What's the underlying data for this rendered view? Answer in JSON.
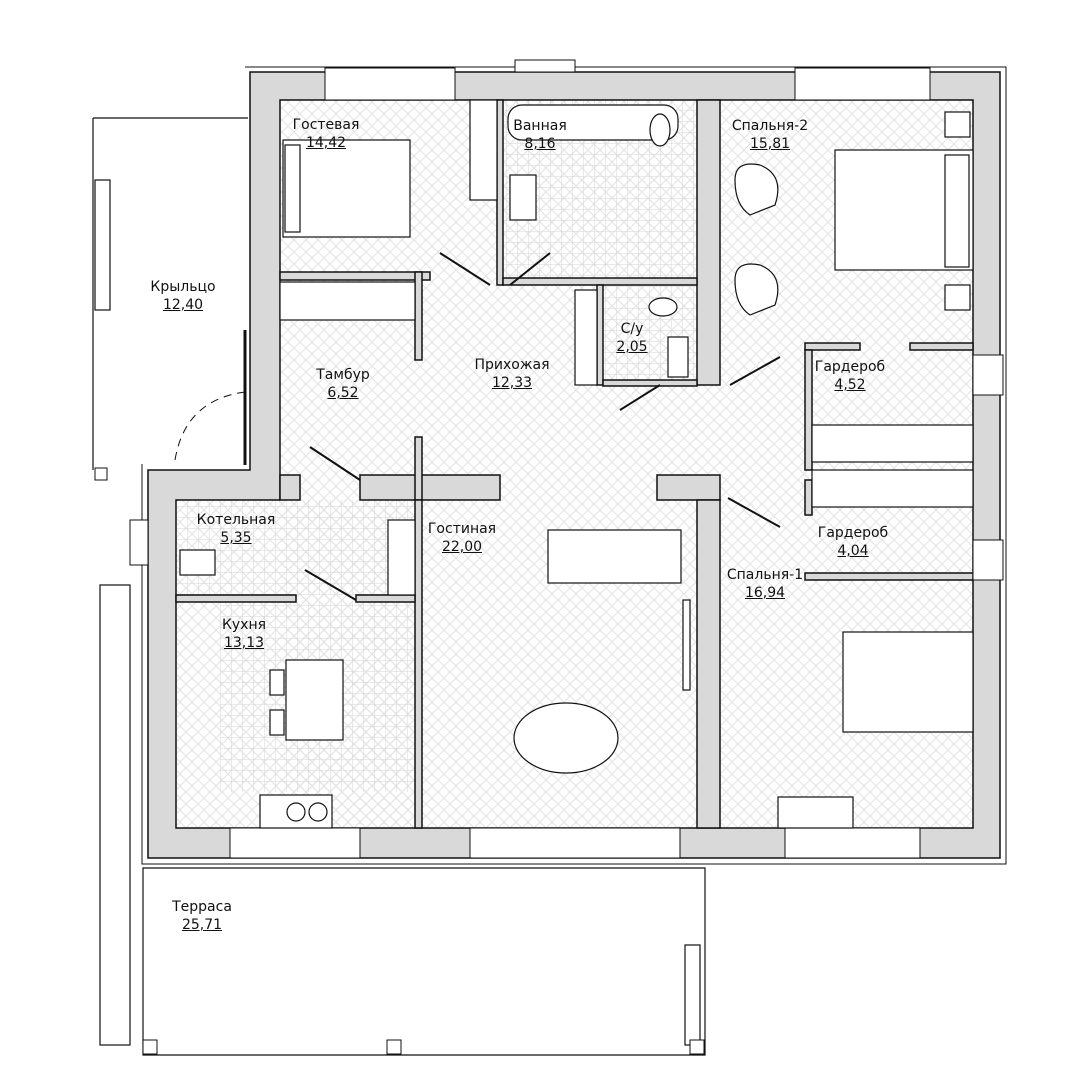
{
  "title": "Floor plan",
  "colors": {
    "wall": "#d9d9d9",
    "line": "#111111",
    "floor_pattern": "#e4e4e4"
  },
  "rooms": [
    {
      "name": "Гостевая",
      "area": "14,42"
    },
    {
      "name": "Ванная",
      "area": "8,16"
    },
    {
      "name": "Спальня-2",
      "area": "15,81"
    },
    {
      "name": "Крыльцо",
      "area": "12,40"
    },
    {
      "name": "Тамбур",
      "area": "6,52"
    },
    {
      "name": "Прихожая",
      "area": "12,33"
    },
    {
      "name": "С/у",
      "area": "2,05"
    },
    {
      "name": "Гардероб",
      "area": "4,52"
    },
    {
      "name": "Котельная",
      "area": "5,35"
    },
    {
      "name": "Гостиная",
      "area": "22,00"
    },
    {
      "name": "Гардероб",
      "area": "4,04"
    },
    {
      "name": "Спальня-1",
      "area": "16,94"
    },
    {
      "name": "Кухня",
      "area": "13,13"
    },
    {
      "name": "Терраса",
      "area": "25,71"
    }
  ]
}
